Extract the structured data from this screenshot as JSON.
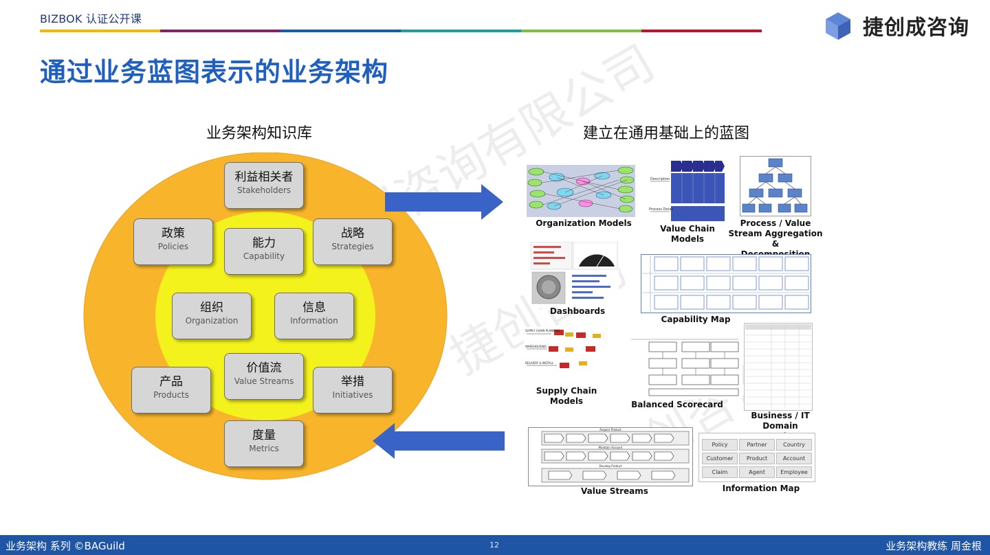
{
  "header": {
    "course": "BIZBOK 认证公开课",
    "brand": "捷创成咨询",
    "title": "通过业务蓝图表示的业务架构",
    "stripe_colors": [
      "#f3b800",
      "#8b1e6b",
      "#0f5fb0",
      "#1aa0a0",
      "#7cbf3a",
      "#c8102e"
    ]
  },
  "left": {
    "heading": "业务架构知识库",
    "outer_color": "#f8b52b",
    "inner_color": "#f4f21c",
    "boxes": {
      "stakeholders": {
        "zh": "利益相关者",
        "en": "Stakeholders"
      },
      "policies": {
        "zh": "政策",
        "en": "Policies"
      },
      "capability": {
        "zh": "能力",
        "en": "Capability"
      },
      "strategies": {
        "zh": "战略",
        "en": "Strategies"
      },
      "organization": {
        "zh": "组织",
        "en": "Organization"
      },
      "information": {
        "zh": "信息",
        "en": "Information"
      },
      "value_streams": {
        "zh": "价值流",
        "en": "Value Streams"
      },
      "products": {
        "zh": "产品",
        "en": "Products"
      },
      "initiatives": {
        "zh": "举措",
        "en": "Initiatives"
      },
      "metrics": {
        "zh": "度量",
        "en": "Metrics"
      }
    }
  },
  "right": {
    "heading": "建立在通用基础上的蓝图",
    "captions": {
      "org_models": "Organization Models",
      "value_chain": "Value Chain\nModels",
      "process": "Process / Value\nStream Aggregation &\nDecomposition",
      "dashboards": "Dashboards",
      "capability_map": "Capability Map",
      "supply_chain": "Supply Chain\nModels",
      "balanced_scorecard": "Balanced Scorecard",
      "domain_mappings": "Business / IT\nDomain Mappings",
      "value_streams": "Value Streams",
      "information_map": "Information Map"
    },
    "info_map_cells": [
      "Policy",
      "Partner",
      "Country",
      "Customer",
      "Product",
      "Account",
      "Claim",
      "Agent",
      "Employee"
    ],
    "value_stream_rows": [
      "Acquire Product",
      "Maintain Account",
      "Develop Product"
    ]
  },
  "footer": {
    "left": "业务架构 系列 ©BAGuild",
    "page": "12",
    "right": "业务架构教练 周金根"
  },
  "colors": {
    "arrow": "#3a63c7",
    "title": "#1f5fbf",
    "footer": "#1f55a5"
  }
}
